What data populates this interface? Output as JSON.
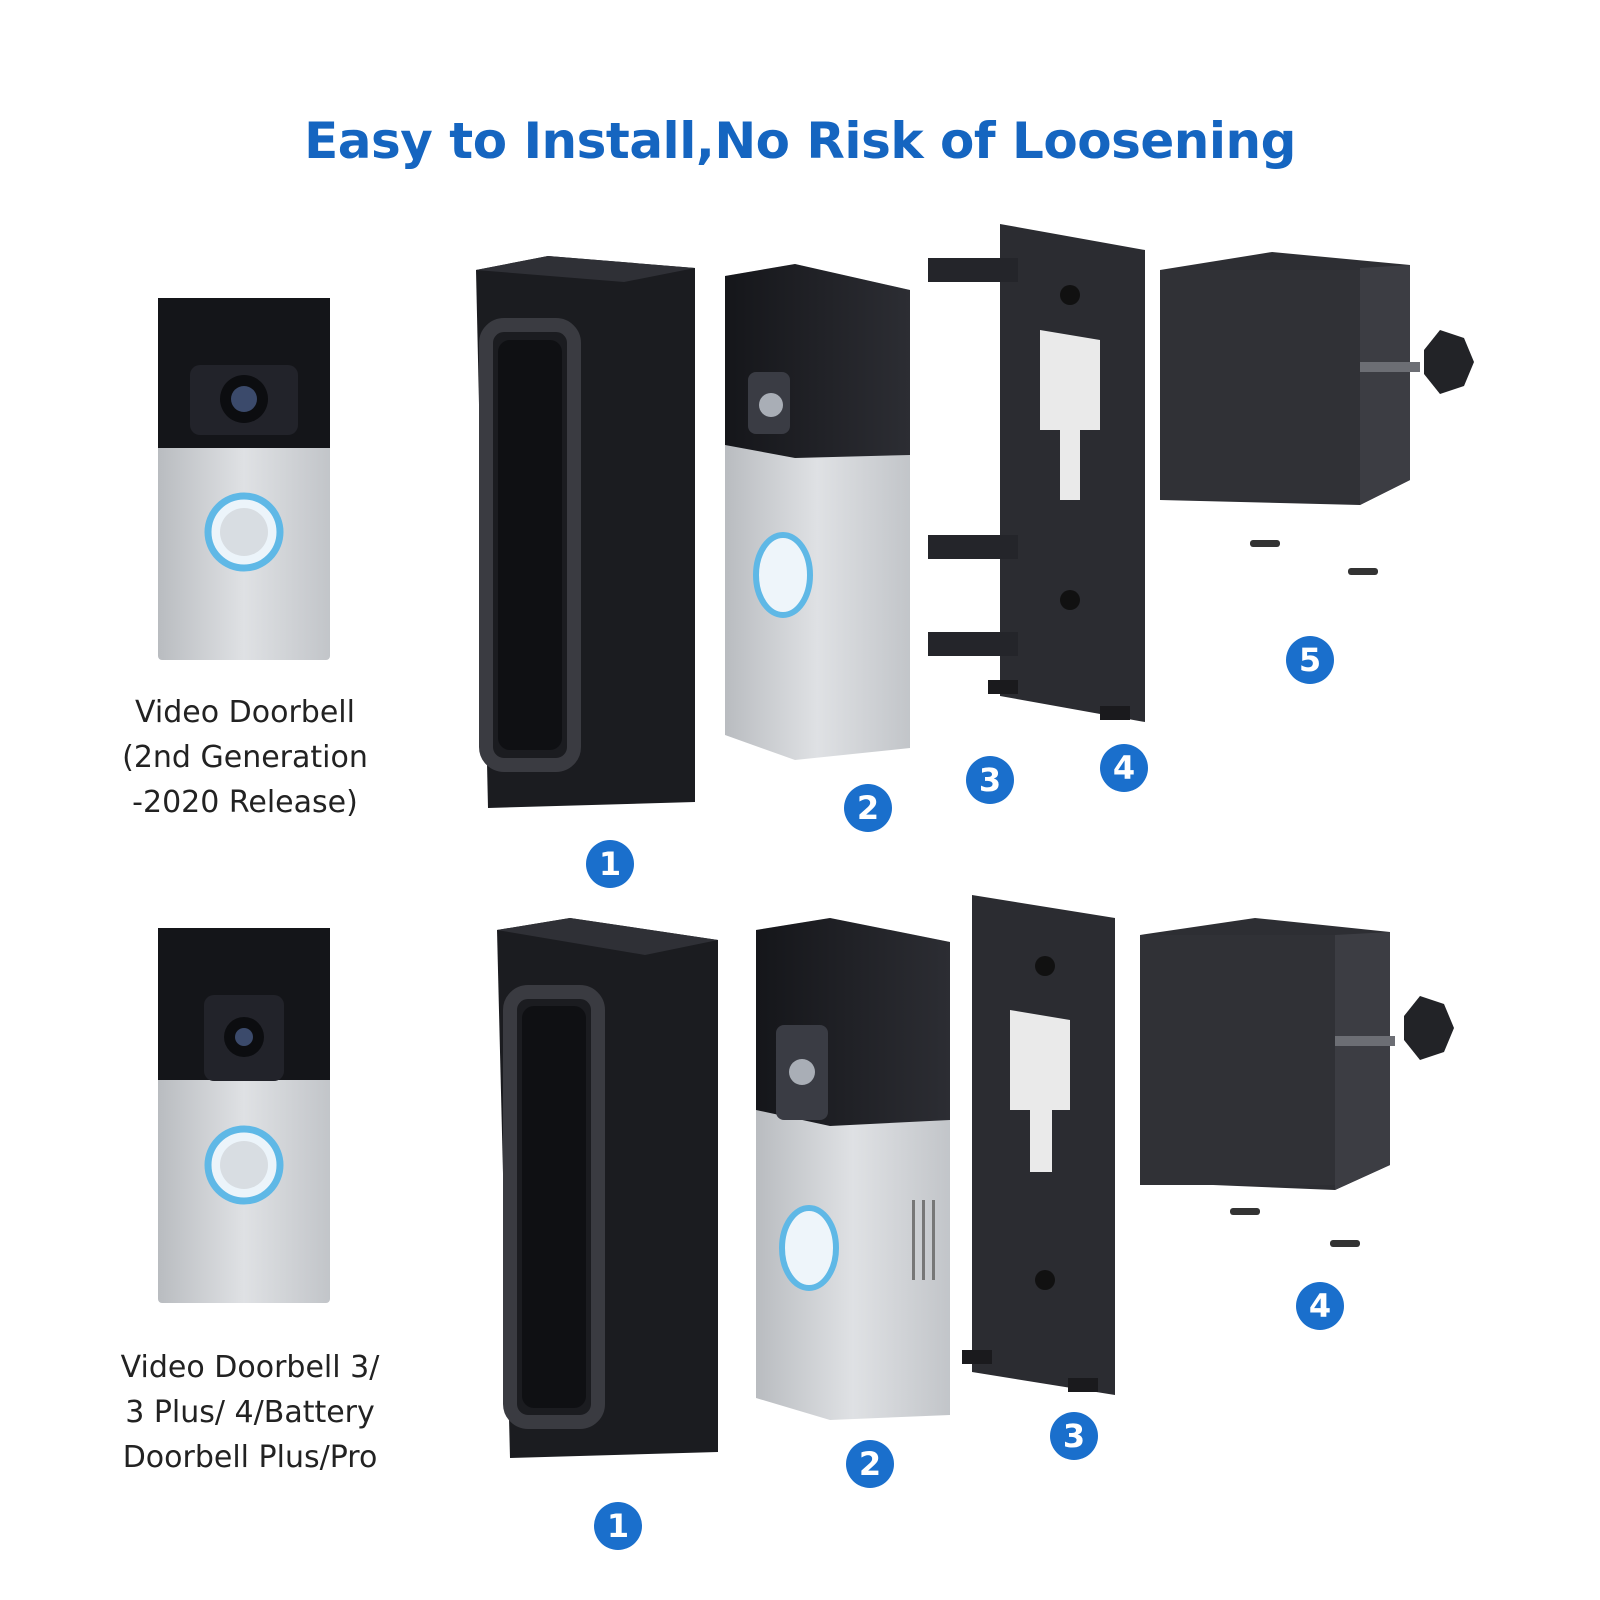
{
  "title": "Easy to Install,No Risk of Loosening",
  "colors": {
    "accent": "#1565c0",
    "badge": "#1a6fcc",
    "bracket": "#2a2a2e",
    "silver": "#c9ccd0",
    "ring": "#5fb8e6"
  },
  "rows": [
    {
      "device_label": [
        "Video Doorbell",
        "(2nd Generation",
        "-2020 Release)"
      ],
      "badges": [
        "1",
        "2",
        "3",
        "4",
        "5"
      ]
    },
    {
      "device_label": [
        "Video Doorbell 3/",
        "3 Plus/ 4/Battery",
        "Doorbell Plus/Pro"
      ],
      "badges": [
        "1",
        "2",
        "3",
        "4"
      ]
    }
  ]
}
